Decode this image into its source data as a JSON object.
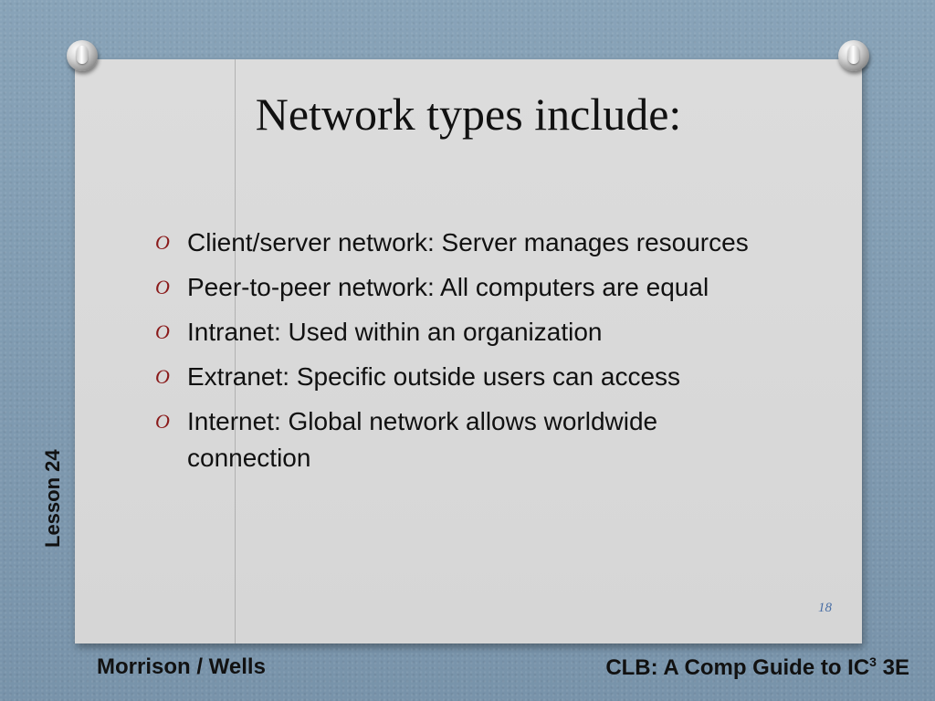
{
  "slide": {
    "title": "Network types include:",
    "bullet_marker": "O",
    "bullets": [
      "Client/server network: Server manages resources",
      "Peer-to-peer network: All computers are equal",
      "Intranet: Used within an organization",
      "Extranet: Specific outside users can access",
      "Internet: Global network allows worldwide connection"
    ],
    "page_number": "18"
  },
  "side_label": "Lesson 24",
  "footer": {
    "left": "Morrison / Wells",
    "right_main": "CLB: A Comp Guide to IC",
    "right_sup": "3",
    "right_tail": " 3E"
  },
  "colors": {
    "background": "#7f9bb1",
    "card": "#d9d9d9",
    "bullet_marker": "#8a1a1a",
    "page_number": "#4a6fa5"
  }
}
